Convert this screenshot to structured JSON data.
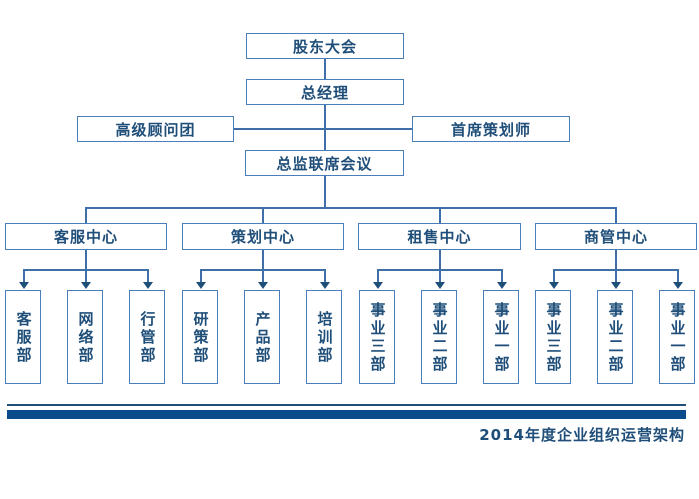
{
  "document": {
    "title": "2014年度企业组织运营架构",
    "footer_title": "2014年度企业组织运营架构",
    "accent_border": "#4a7ebb",
    "accent_text": "#1f4e79",
    "accent_bar": "#0a4b8c"
  },
  "chart_data": {
    "type": "diagram",
    "subtype": "org-chart",
    "title": "2014年度企业组织运营架构",
    "levels": [
      {
        "level": 1,
        "nodes": [
          "股东大会"
        ]
      },
      {
        "level": 2,
        "nodes": [
          "总经理"
        ]
      },
      {
        "level": 3,
        "nodes": [
          "高级顾问团",
          "首席策划师"
        ]
      },
      {
        "level": 4,
        "nodes": [
          "总监联席会议"
        ]
      },
      {
        "level": 5,
        "nodes": [
          "客服中心",
          "策划中心",
          "租售中心",
          "商管中心"
        ]
      },
      {
        "level": 6,
        "nodes": [
          "客服部",
          "网络部",
          "行管部",
          "研策部",
          "产品部",
          "培训部",
          "事业三部",
          "事业二部",
          "事业一部",
          "事业三部",
          "事业二部",
          "事业一部"
        ]
      }
    ],
    "edges": [
      {
        "from": "股东大会",
        "to": "总经理"
      },
      {
        "from": "总经理",
        "to": "高级顾问团"
      },
      {
        "from": "总经理",
        "to": "首席策划师"
      },
      {
        "from": "总经理",
        "to": "总监联席会议"
      },
      {
        "from": "总监联席会议",
        "to": "客服中心"
      },
      {
        "from": "总监联席会议",
        "to": "策划中心"
      },
      {
        "from": "总监联席会议",
        "to": "租售中心"
      },
      {
        "from": "总监联席会议",
        "to": "商管中心"
      },
      {
        "from": "客服中心",
        "to": "客服部"
      },
      {
        "from": "客服中心",
        "to": "网络部"
      },
      {
        "from": "客服中心",
        "to": "行管部"
      },
      {
        "from": "策划中心",
        "to": "研策部"
      },
      {
        "from": "策划中心",
        "to": "产品部"
      },
      {
        "from": "策划中心",
        "to": "培训部"
      },
      {
        "from": "租售中心",
        "to": "事业三部"
      },
      {
        "from": "租售中心",
        "to": "事业二部"
      },
      {
        "from": "租售中心",
        "to": "事业一部"
      },
      {
        "from": "商管中心",
        "to": "事业三部"
      },
      {
        "from": "商管中心",
        "to": "事业二部"
      },
      {
        "from": "商管中心",
        "to": "事业一部"
      }
    ]
  },
  "nodes": {
    "shareholders": "股东大会",
    "general_manager": "总经理",
    "senior_advisors": "高级顾问团",
    "chief_planner": "首席策划师",
    "directors_meeting": "总监联席会议",
    "centers": [
      {
        "id": "customer-service-center",
        "label": "客服中心"
      },
      {
        "id": "planning-center",
        "label": "策划中心"
      },
      {
        "id": "leasing-sales-center",
        "label": "租售中心"
      },
      {
        "id": "commercial-management-center",
        "label": "商管中心"
      }
    ],
    "departments": [
      {
        "id": "customer-service-dept",
        "label": "客服部",
        "parent": "客服中心"
      },
      {
        "id": "network-dept",
        "label": "网络部",
        "parent": "客服中心"
      },
      {
        "id": "admin-dept",
        "label": "行管部",
        "parent": "客服中心"
      },
      {
        "id": "research-planning-dept",
        "label": "研策部",
        "parent": "策划中心"
      },
      {
        "id": "product-dept",
        "label": "产品部",
        "parent": "策划中心"
      },
      {
        "id": "training-dept",
        "label": "培训部",
        "parent": "策划中心"
      },
      {
        "id": "division-3-leasing",
        "label": "事业三部",
        "parent": "租售中心"
      },
      {
        "id": "division-2-leasing",
        "label": "事业二部",
        "parent": "租售中心"
      },
      {
        "id": "division-1-leasing",
        "label": "事业一部",
        "parent": "租售中心"
      },
      {
        "id": "division-3-commercial",
        "label": "事业三部",
        "parent": "商管中心"
      },
      {
        "id": "division-2-commercial",
        "label": "事业二部",
        "parent": "商管中心"
      },
      {
        "id": "division-1-commercial",
        "label": "事业一部",
        "parent": "商管中心"
      }
    ]
  }
}
